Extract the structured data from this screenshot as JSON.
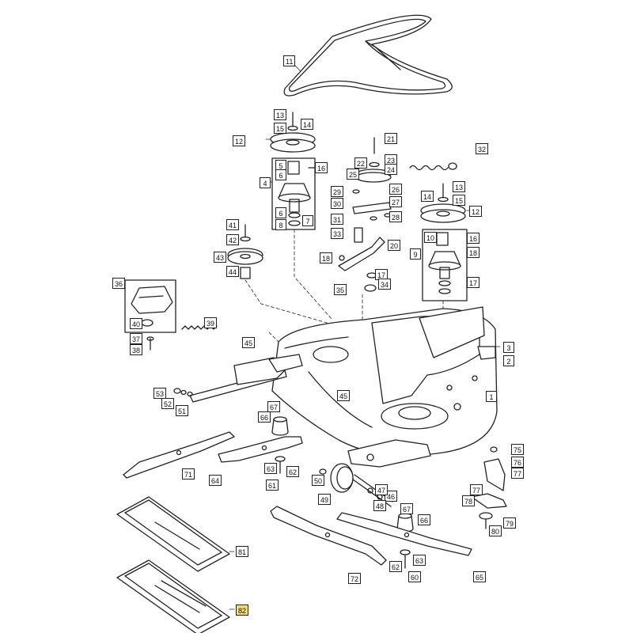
{
  "callouts": [
    "1",
    "2",
    "3",
    "4",
    "5",
    "6",
    "7",
    "8",
    "10",
    "11",
    "12",
    "13",
    "14",
    "15",
    "16",
    "17",
    "18",
    "20",
    "21",
    "22",
    "23",
    "24",
    "25",
    "26",
    "27",
    "28",
    "29",
    "30",
    "31",
    "32",
    "33",
    "34",
    "35",
    "36",
    "37",
    "38",
    "39",
    "40",
    "41",
    "42",
    "43",
    "44",
    "45",
    "46",
    "47",
    "48",
    "49",
    "50",
    "51",
    "52",
    "53",
    "60",
    "61",
    "62",
    "63",
    "64",
    "65",
    "66",
    "67",
    "71",
    "72",
    "75",
    "76",
    "77",
    "78",
    "79",
    "80",
    "81",
    "82",
    "9"
  ],
  "highlighted": "82",
  "colors": {
    "line": "#222222",
    "highlight": "#f6dc6a"
  }
}
